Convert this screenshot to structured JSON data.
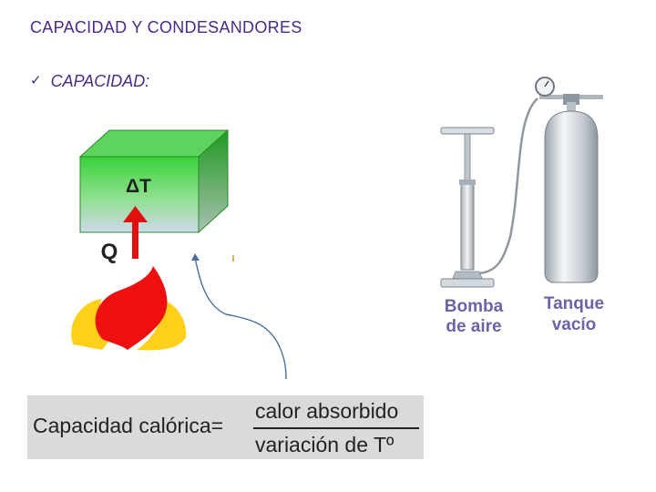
{
  "title": "CAPACIDAD Y CONDESANDORES",
  "bullet": {
    "check": "✓",
    "text": "CAPACIDAD:"
  },
  "cube": {
    "delta_label": "ΔT",
    "heat_label": "Q"
  },
  "pump_label": {
    "line1": "Bomba",
    "line2": "de aire"
  },
  "tank_label": {
    "line1": "Tanque",
    "line2": "vacío"
  },
  "formula": {
    "left": "Capacidad calórica=",
    "numerator": "calor absorbido",
    "denominator": "variación de Tº"
  }
}
